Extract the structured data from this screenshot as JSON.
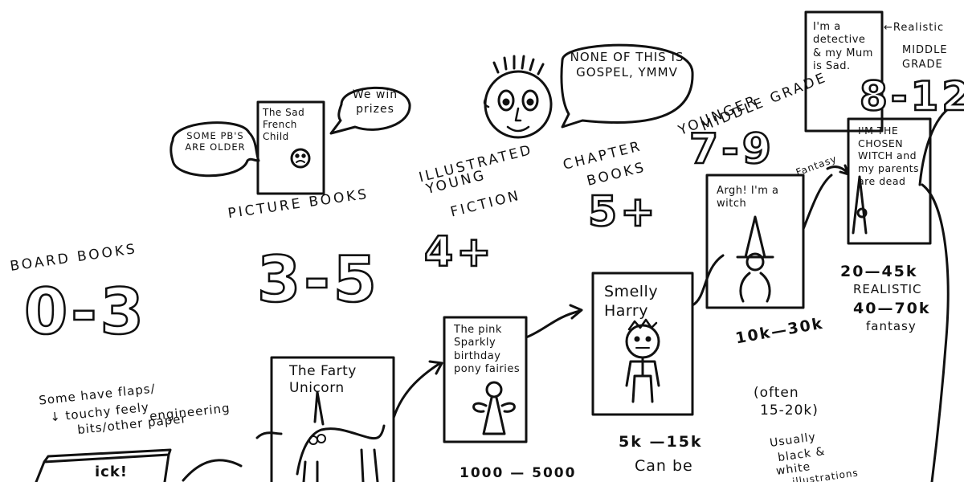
{
  "categories": [
    {
      "id": "board",
      "label": "BOARD BOOKS",
      "age": "0-3"
    },
    {
      "id": "picture",
      "label": "PICTURE BOOKS",
      "age": "3-5"
    },
    {
      "id": "illustrated",
      "label_lines": [
        "ILLUSTRATED",
        "YOUNG",
        "FICTION"
      ],
      "age": "4+"
    },
    {
      "id": "chapter",
      "label_lines": [
        "CHAPTER",
        "BOOKS"
      ],
      "age": "5+"
    },
    {
      "id": "ymg",
      "label_lines": [
        "YOUNGER",
        "MIDDLE GRADE"
      ],
      "age": "7-9"
    },
    {
      "id": "mg",
      "age": "8-12"
    }
  ],
  "books": {
    "farty_unicorn": "The Farty Unicorn",
    "pink_fairies": "The pink Sparkly birthday pony fairies",
    "smelly_harry": "Smelly Harry",
    "witch": "Argh! I'm a witch",
    "chosen_witch": "I'M THE CHOSEN WITCH and my parents are dead",
    "detective": "I'm a detective & my Mum is Sad.",
    "sad_french": "The Sad French Child"
  },
  "bubbles": {
    "older": "SOME PB'S ARE OLDER",
    "prizes": "We win prizes",
    "gospel": "NONE OF THIS IS GOSPEL, YMMV"
  },
  "notes": {
    "flaps_line1": "Some have flaps/",
    "flaps_line2": "↓ touchy feely",
    "flaps_line3": "bits/other paper",
    "flaps_line4": "engineering",
    "realistic_mg_1": "←Realistic",
    "realistic_mg_2": "MIDDLE",
    "realistic_mg_3": "GRADE",
    "fantasy_arrow": "Fantasy",
    "wc_mg_1": "20—45k",
    "wc_mg_2": "REALISTIC",
    "wc_mg_3": "40—70k",
    "wc_mg_4": "fantasy",
    "wc_ymg": "10k—30k",
    "often": "(often",
    "often_range": "15-20k)",
    "usually_1": "Usually",
    "usually_2": "black &",
    "usually_3": "white",
    "usually_4": "illustrations",
    "wc_chapter": "5k —15k",
    "can_be": "Can be",
    "wc_iyf": "1000 — 5000",
    "board_book_fragment": "ick!"
  }
}
